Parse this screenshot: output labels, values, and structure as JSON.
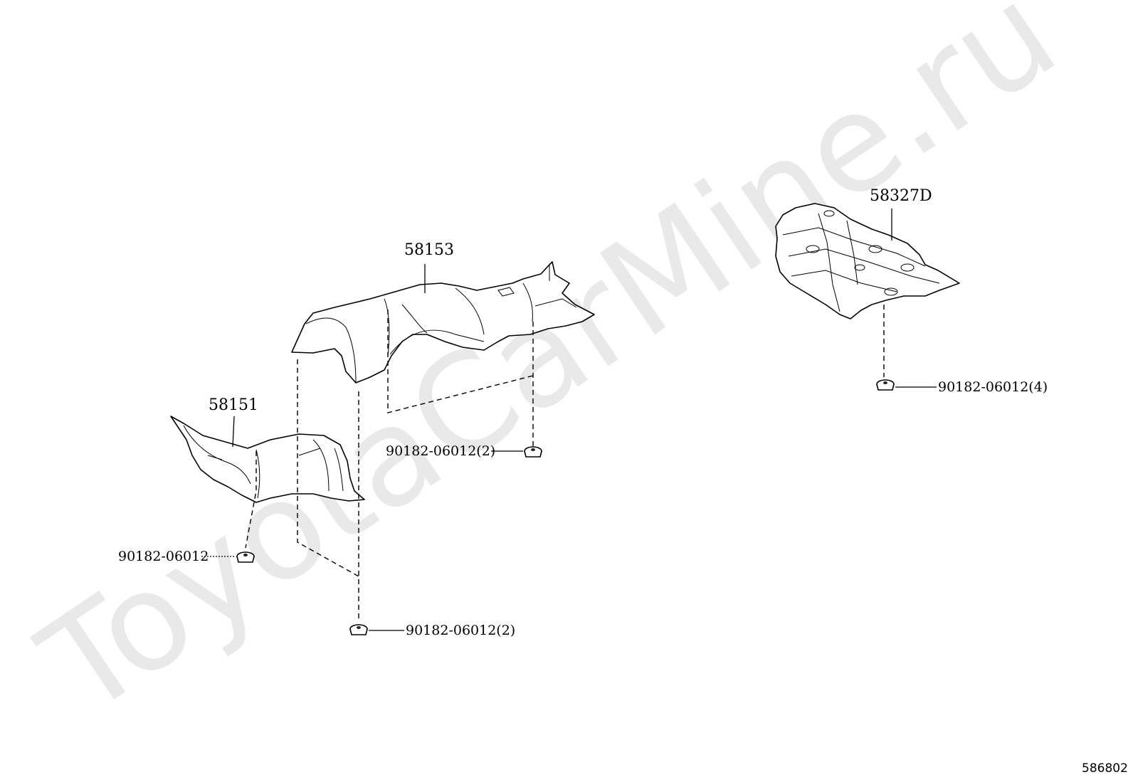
{
  "watermark": {
    "text": "ToyotaCarMine.ru",
    "color": "#e9e9e9"
  },
  "figure_number": "586802",
  "parts": {
    "p58153": {
      "label": "58153"
    },
    "p58151": {
      "label": "58151"
    },
    "p58327d": {
      "label": "58327D"
    }
  },
  "fasteners": {
    "f1": {
      "label": "90182-06012(4)"
    },
    "f2": {
      "label": "90182-06012(2)"
    },
    "f3": {
      "label": "90182-06012"
    },
    "f4": {
      "label": "90182-06012(2)"
    }
  },
  "colors": {
    "line": "#000000",
    "background": "#ffffff"
  }
}
